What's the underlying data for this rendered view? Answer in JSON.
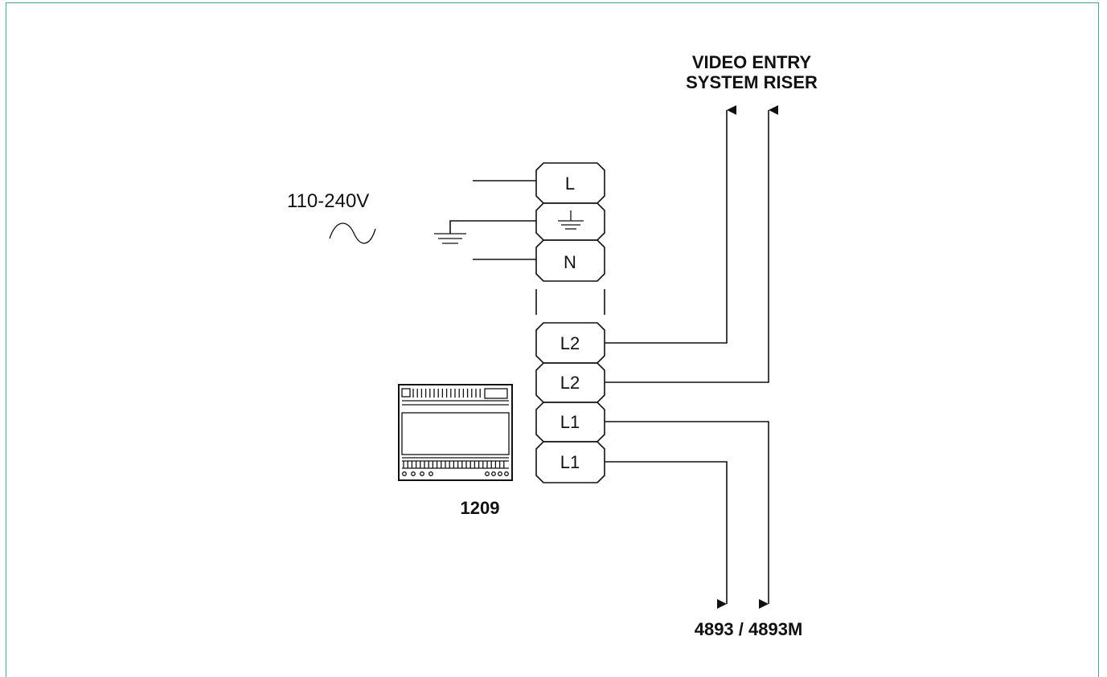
{
  "labels": {
    "riser_line1": "VIDEO ENTRY",
    "riser_line2": "SYSTEM RISER",
    "voltage": "110-240V",
    "device_model": "1209",
    "bottom_models": "4893 / 4893M"
  },
  "terminals": {
    "power": [
      "L",
      "",
      "N"
    ],
    "bus": [
      "L2",
      "L2",
      "L1",
      "L1"
    ]
  },
  "colors": {
    "frame": "#4aa39a",
    "ink": "#111111"
  },
  "icons": [
    "ground-icon",
    "ac-wave-icon",
    "arrow-up-icon",
    "arrow-down-icon",
    "power-supply-module-icon"
  ]
}
